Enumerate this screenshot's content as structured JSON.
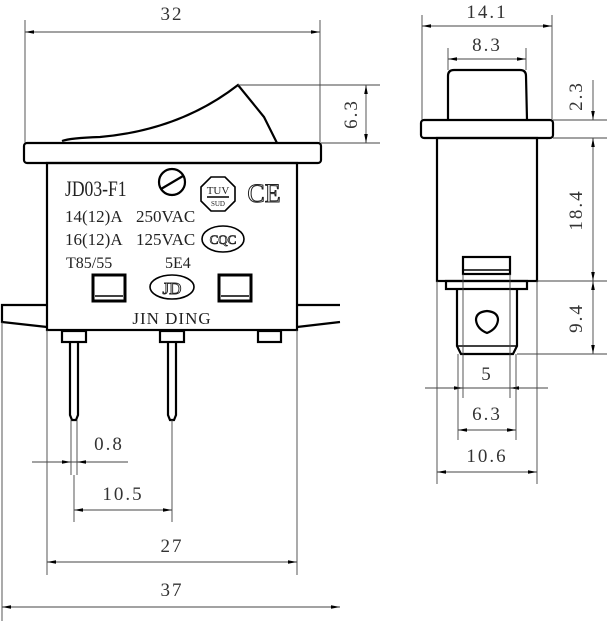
{
  "front_view": {
    "model": "JD03-F1",
    "rating_1": "14(12)A",
    "voltage_1": "250VAC",
    "rating_2": "16(12)A",
    "voltage_2": "125VAC",
    "temp": "T85/55",
    "cycles": "5E4",
    "brand": "JIN DING",
    "marks": {
      "tuv_top": "TUV",
      "tuv_bottom": "SUD",
      "ce": "CE",
      "cqc": "CQC",
      "logo": "JD"
    },
    "dimensions": {
      "width_top": "32",
      "rocker_height": "6.3",
      "pin_width": "0.8",
      "pin_spacing": "10.5",
      "body_width": "27",
      "overall_width": "37"
    }
  },
  "side_view": {
    "dimensions": {
      "flange_width": "14.1",
      "button_width": "8.3",
      "button_height": "2.3",
      "body_height": "18.4",
      "terminal_height": "9.4",
      "terminal_inner": "5",
      "terminal_width": "6.3",
      "body_width": "10.6"
    }
  }
}
